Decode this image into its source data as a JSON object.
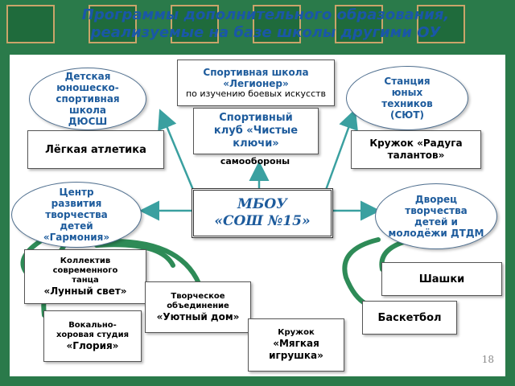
{
  "title": {
    "line1": "Программы дополнительного образования,",
    "line2": "реализуемые на базе школы другими ОУ"
  },
  "center": {
    "line1": "МБОУ",
    "line2": "«СОШ №15»"
  },
  "nodes": {
    "dyussh": "Детская юношеско-спортивная школа ДЮСШ",
    "legioner": {
      "line1": "Спортивная школа «Легионер»",
      "line2": "по изучению боевых искусств",
      "line3": "самообороны"
    },
    "chistye_klyuchi": "Спортивный клуб «Чистые ключи»",
    "syut": "Станция юных техников (СЮТ)",
    "athletics": "Лёгкая атлетика",
    "raduga": "Кружок «Радуга талантов»",
    "garmoniya": "Центр развития творчества детей «Гармония»",
    "dtdm": "Дворец творчества детей и молодёжи ДТДМ",
    "lunny_svet": {
      "line1": "Коллектив современного танца",
      "line2": "«Лунный свет»"
    },
    "uyutny_dom": {
      "line1": "Творческое объединение",
      "line2": "«Уютный дом»"
    },
    "gloria": {
      "line1": "Вокально-хоровая студия",
      "line2": "«Глория»"
    },
    "myagkaya": {
      "line1": "Кружок",
      "line2": "«Мягкая игрушка»"
    },
    "shashki": "Шашки",
    "basketball": "Баскетбол"
  },
  "page_number": "18",
  "colors": {
    "border_green": "#2a7a4a",
    "title_blue": "#1a57a8",
    "node_blue": "#1d5b9c",
    "arrow_teal": "#3aa0a0",
    "curve_green": "#2e8b57"
  }
}
